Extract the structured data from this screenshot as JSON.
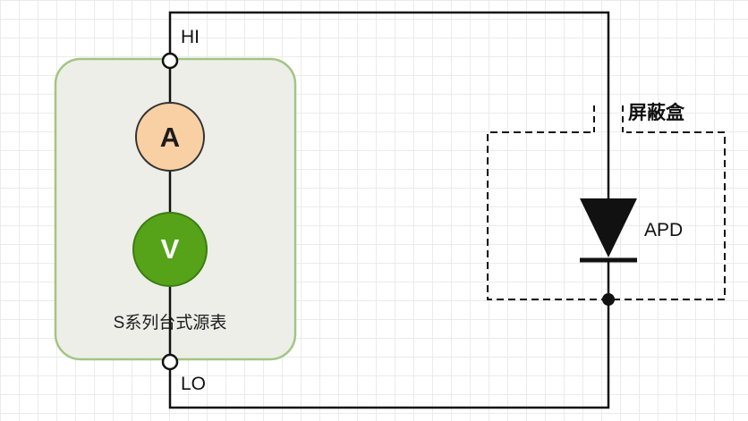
{
  "diagram": {
    "source_meter": {
      "name_label": "S系列台式源表",
      "ammeter_symbol": "A",
      "voltmeter_symbol": "V",
      "terminal_hi": "HI",
      "terminal_lo": "LO"
    },
    "shield_box_label": "屏蔽盒",
    "device_label": "APD",
    "colors": {
      "wire": "#111111",
      "ammeter_fill": "#f9d0a4",
      "voltmeter_fill": "#56a319",
      "voltmeter_border": "#3c7d12",
      "meter_box_fill": "#edeee8",
      "meter_box_border": "#a3c583"
    }
  }
}
